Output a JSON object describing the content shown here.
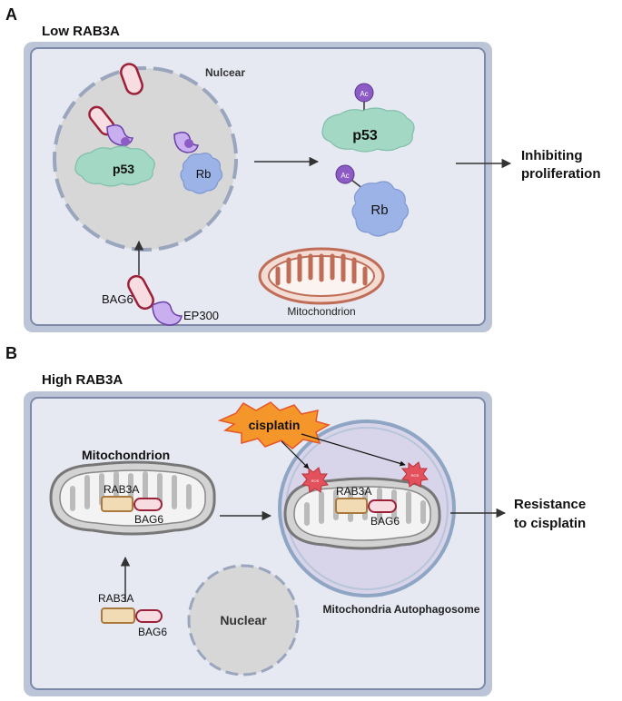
{
  "panel_a": {
    "letter": "A",
    "title": "Low RAB3A",
    "nucleus_label": "Nulcear",
    "p53_label": "p53",
    "rb_label": "Rb",
    "ac_label": "Ac",
    "bag6_label": "BAG6",
    "ep300_label": "EP300",
    "mito_label": "Mitochondrion",
    "outcome_line1": "Inhibiting",
    "outcome_line2": "proliferation"
  },
  "panel_b": {
    "letter": "B",
    "title": "High RAB3A",
    "mito_label": "Mitochondrion",
    "rab3a_label": "RAB3A",
    "bag6_label": "BAG6",
    "cisplatin_label": "cisplatin",
    "ros_label": "ROS",
    "nucleus_label": "Nuclear",
    "autophagosome_label": "Mitochondria Autophagosome",
    "outcome_line1": "Resistance",
    "outcome_line2": "to cisplatin"
  },
  "colors": {
    "cell_fill": "#e6e8f2",
    "cell_border": "#6d7896",
    "nucleus_fill": "#d6d6d6",
    "nucleus_border": "#9aa6bd",
    "bag6_fill": "#f7dce2",
    "bag6_stroke": "#9c2138",
    "ep300_fill": "#c9aef0",
    "ep300_stroke": "#6b3fa8",
    "ac_fill": "#8c5cc4",
    "p53_fill": "#9fd6c2",
    "rb_fill": "#9cb3e8",
    "mito_a_fill": "#f3dcd3",
    "mito_a_stroke": "#c06d58",
    "mito_b_fill": "#d3d3d3",
    "mito_b_stroke": "#777777",
    "rab3a_fill": "#f1dbb5",
    "rab3a_stroke": "#a9793d",
    "autophagosome_fill": "#d8d4ea",
    "autophagosome_stroke": "#8ea6c4",
    "cisplatin_fill": "#f5962b",
    "cisplatin_stroke": "#e5562a",
    "ros_fill": "#e3525c"
  }
}
